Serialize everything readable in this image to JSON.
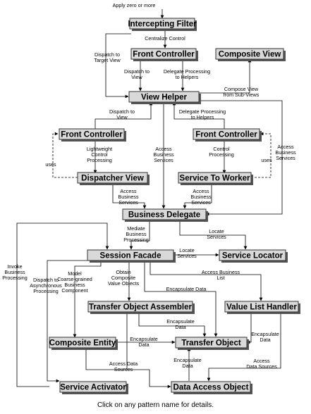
{
  "patterns": {
    "intercepting_filter": "Intercepting Filter",
    "front_controller_top": "Front Controller",
    "composite_view": "Composite View",
    "view_helper": "View Helper",
    "front_controller_left": "Front Controller",
    "front_controller_right": "Front Controller",
    "dispatcher_view": "Dispatcher View",
    "service_to_worker": "Service To Worker",
    "business_delegate": "Business Delegate",
    "session_facade": "Session Facade",
    "service_locator": "Service Locator",
    "transfer_object_assembler": "Transfer Object Assembler",
    "value_list_handler": "Value List Handler",
    "composite_entity": "Composite Entity",
    "transfer_object": "Transfer Object",
    "service_activator": "Service Activator",
    "data_access_object": "Data Access Object"
  },
  "relations": {
    "apply_zero_or_more": [
      "Apply zero or more"
    ],
    "centralize_control": [
      "Centralize Control"
    ],
    "dispatch_to_target_view": [
      "Dispatch to",
      "Target View"
    ],
    "dispatch_to_view": [
      "Dispatch to",
      "View"
    ],
    "delegate_processing_top": [
      "Delegate Processing",
      "to Helpers"
    ],
    "compose_view": [
      "Compose View",
      "from Sub-Views"
    ],
    "dispatch_to_view_left": [
      "Dispatch to",
      "View"
    ],
    "delegate_processing_right": [
      "Delegate Processing",
      "to Helpers"
    ],
    "lightweight_control": [
      "Lightweight",
      "Control",
      "Processing"
    ],
    "uses_left": [
      "uses"
    ],
    "access_business_services_center": [
      "Access",
      "Business",
      "Services"
    ],
    "control_processing": [
      "Control",
      "Processing"
    ],
    "uses_right": [
      "uses"
    ],
    "access_business_services_right": [
      "Access",
      "Business",
      "Services"
    ],
    "access_business_services_dv": [
      "Access",
      "Business",
      "Services"
    ],
    "access_business_services_stw": [
      "Access",
      "Business",
      "Services"
    ],
    "mediate_business_processing": [
      "Mediate",
      "Business",
      "Processing"
    ],
    "locate_services_bd": [
      "Locate",
      "Services"
    ],
    "invoke_business_processing": [
      "Invoke",
      "Business",
      "Processing"
    ],
    "locate_services_sf": [
      "Locate",
      "Services"
    ],
    "dispatch_to_async": [
      "Dispatch to",
      "Asynchronous",
      "Processing"
    ],
    "model_coarse_grained": [
      "Model",
      "Coarse-grained",
      "Business",
      "Component"
    ],
    "obtain_composite": [
      "Obtain",
      "Composite",
      "Value Objects"
    ],
    "encapsulate_data_sf": [
      "Encapsulate Data"
    ],
    "access_business_list": [
      "Access Business",
      "List"
    ],
    "encapsulate_data_toa": [
      "Encapsulate",
      "Data"
    ],
    "encapsulate_data_vlh": [
      "Encapsulate",
      "Data"
    ],
    "encapsulate_data_ce": [
      "Encapsulate",
      "Data"
    ],
    "encapsulate_data_dao": [
      "Encapsulate",
      "Data"
    ],
    "access_data_sources_ce": [
      "Access Data",
      "Sources"
    ],
    "access_data_sources_vlh": [
      "Access",
      "Data Sources"
    ]
  },
  "footer": "Click on any pattern name for details."
}
